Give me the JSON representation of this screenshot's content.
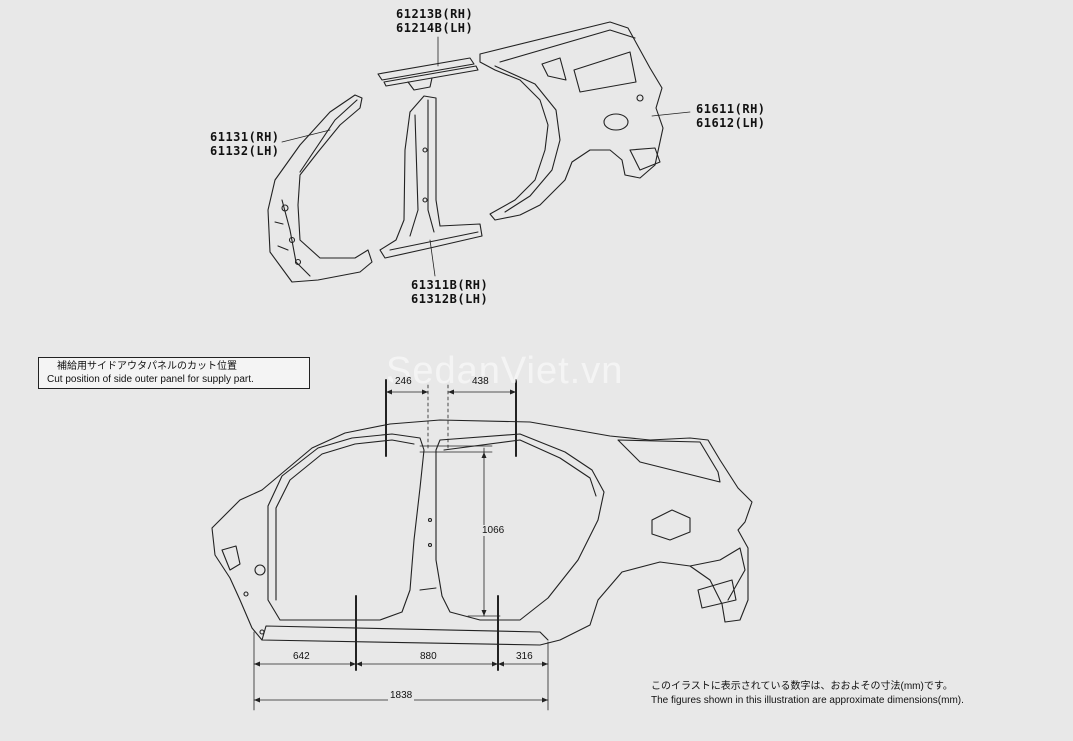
{
  "callouts": {
    "roof_rail": {
      "rh": "61213B(RH)",
      "lh": "61214B(LH)"
    },
    "front_pillar": {
      "rh": "61131(RH)",
      "lh": "61132(LH)"
    },
    "quarter_panel": {
      "rh": "61611(RH)",
      "lh": "61612(LH)"
    },
    "center_pillar": {
      "rh": "61311B(RH)",
      "lh": "61312B(LH)"
    }
  },
  "note_box": {
    "jp": "補給用サイドアウタパネルのカット位置",
    "en": "Cut position of side outer panel for supply part."
  },
  "dimensions": {
    "top_left": "246",
    "top_right": "438",
    "height": "1066",
    "bottom_a": "642",
    "bottom_b": "880",
    "bottom_c": "316",
    "overall": "1838"
  },
  "footnote": {
    "jp": "このイラストに表示されている数字は、おおよその寸法(mm)です。",
    "en": "The figures shown in this illustration are approximate dimensions(mm)."
  },
  "watermark": "SedanViet.vn"
}
